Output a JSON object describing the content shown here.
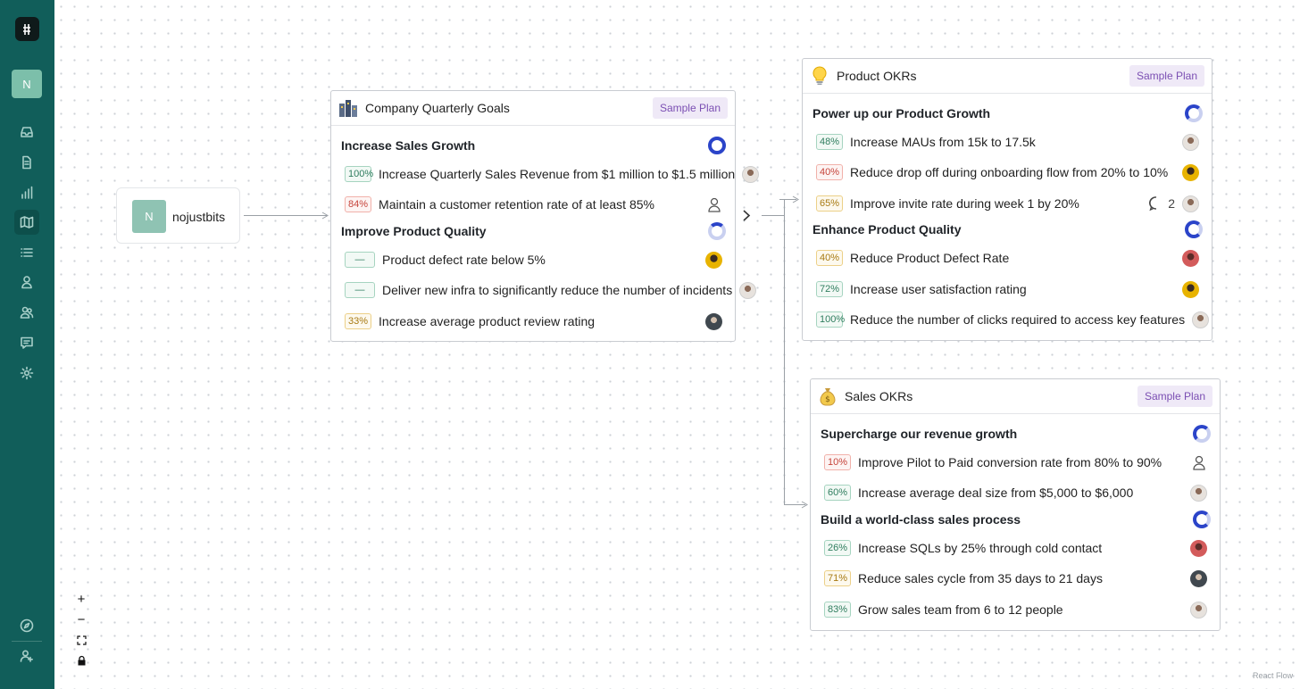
{
  "sidebar": {
    "workspace_initial": "N",
    "items": [
      {
        "icon": "inbox-icon"
      },
      {
        "icon": "document-icon"
      },
      {
        "icon": "bar-chart-icon"
      },
      {
        "icon": "map-icon",
        "active": true
      },
      {
        "icon": "list-icon"
      },
      {
        "icon": "person-icon"
      },
      {
        "icon": "people-icon"
      },
      {
        "icon": "chat-icon"
      },
      {
        "icon": "gear-icon"
      }
    ],
    "bottom": [
      {
        "icon": "compass-icon"
      },
      {
        "icon": "add-user-icon"
      }
    ]
  },
  "user_node": {
    "initial": "N",
    "name": "nojustbits"
  },
  "company": {
    "title": "Company Quarterly Goals",
    "badge": "Sample Plan",
    "objectives": [
      {
        "title": "Increase Sales Growth",
        "krs": [
          {
            "pct": "100%",
            "text": "Increase Quarterly Sales Revenue from $1 million to $1.5 million",
            "avatar": "light"
          },
          {
            "pct": "84%",
            "text": "Maintain a customer retention rate of at least 85%",
            "avatar": "ghost"
          }
        ]
      },
      {
        "title": "Improve Product Quality",
        "krs": [
          {
            "pct": "—",
            "text": "Product defect rate below 5%",
            "avatar": "yellow"
          },
          {
            "pct": "—",
            "text": "Deliver new infra to significantly reduce the number of incidents",
            "avatar": "light"
          },
          {
            "pct": "33%",
            "text": "Increase average product review rating",
            "avatar": "dark"
          }
        ]
      }
    ]
  },
  "product": {
    "title": "Product OKRs",
    "badge": "Sample Plan",
    "objectives": [
      {
        "title": "Power up our Product Growth",
        "krs": [
          {
            "pct": "48%",
            "text": "Increase MAUs from 15k to 17.5k",
            "avatar": "light"
          },
          {
            "pct": "40%",
            "text": "Reduce drop off during onboarding flow from 20% to 10%",
            "avatar": "yellow"
          },
          {
            "pct": "65%",
            "text": "Improve invite rate during week 1 by 20%",
            "avatar": "light",
            "comments": "2"
          }
        ]
      },
      {
        "title": "Enhance Product Quality",
        "krs": [
          {
            "pct": "40%",
            "text": "Reduce Product Defect Rate",
            "avatar": "red"
          },
          {
            "pct": "72%",
            "text": "Increase user satisfaction rating",
            "avatar": "yellow"
          },
          {
            "pct": "100%",
            "text": "Reduce the number of clicks required to access key features",
            "avatar": "light"
          }
        ]
      }
    ]
  },
  "sales": {
    "title": "Sales OKRs",
    "badge": "Sample Plan",
    "objectives": [
      {
        "title": "Supercharge our revenue growth",
        "krs": [
          {
            "pct": "10%",
            "text": "Improve Pilot to Paid conversion rate from 80% to 90%",
            "avatar": "ghost"
          },
          {
            "pct": "60%",
            "text": "Increase average deal size from $5,000 to $6,000",
            "avatar": "light"
          }
        ]
      },
      {
        "title": "Build a world-class sales process",
        "krs": [
          {
            "pct": "26%",
            "text": "Increase SQLs by 25% through cold contact",
            "avatar": "red"
          },
          {
            "pct": "71%",
            "text": "Reduce sales cycle from 35 days to 21 days",
            "avatar": "dark"
          },
          {
            "pct": "83%",
            "text": "Grow sales team from 6 to 12 people",
            "avatar": "light"
          }
        ]
      }
    ]
  },
  "colors": {
    "sidebar": "#115e5a",
    "badge_bg": "#efe9f7",
    "badge_text": "#7b4fb3",
    "ring": "#2b44c9"
  },
  "controls": [
    "+",
    "−",
    "fit-view-icon",
    "lock-icon"
  ],
  "attribution": "React Flow"
}
